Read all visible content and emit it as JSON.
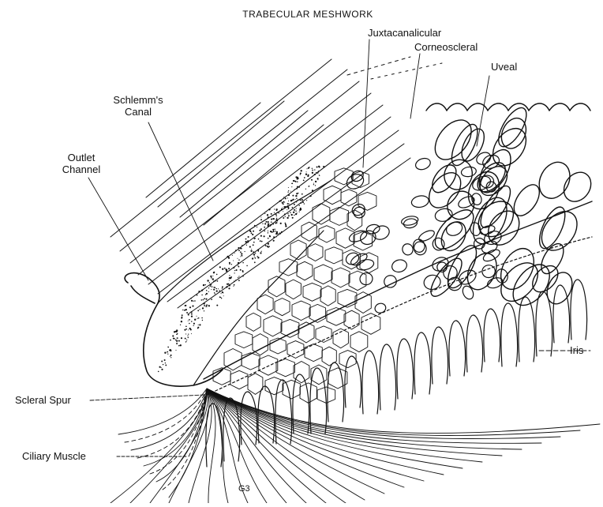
{
  "title": "TRABECULAR MESHWORK",
  "labels": {
    "juxtacanalicular": "Juxtacanalicular",
    "corneoscleral": "Corneoscleral",
    "uveal": "Uveal",
    "schlemms_canal_line1": "Schlemm's",
    "schlemms_canal_line2": "Canal",
    "outlet_channel_line1": "Outlet",
    "outlet_channel_line2": "Channel",
    "iris": "Iris",
    "scleral_spur": "Scleral Spur",
    "ciliary_muscle": "Ciliary Muscle",
    "figure_code": "G3"
  },
  "colors": {
    "ink": "#111111",
    "background": "#ffffff"
  }
}
